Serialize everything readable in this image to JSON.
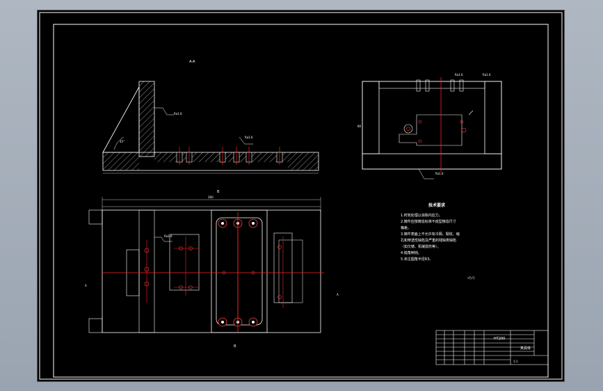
{
  "drawing": {
    "section_label": "A-A",
    "view_marker_b": "B",
    "view_marker_a_left": "A",
    "view_marker_a_right": "A",
    "overall_width_dim": "260",
    "roughness_mark": "Ra1.6",
    "angle_mark": "45°",
    "side_height_dim": "80"
  },
  "tech_requirements": {
    "title": "技术要求",
    "lines": [
      "1.时效处理以消除内应力。",
      "2.铸件应按铸造标准不成型铸造尺寸",
      "  偏差。",
      "3.铸件表面上不允许有冷隔、裂纹、缩",
      "孔和穿透性缺陷及严重的残缺类缺陷",
      "（如欠铸、机械损伤等）。",
      "4.锐角倒钝。",
      "5.未注圆角半径R3。"
    ],
    "surface_symbol": "√(√)"
  },
  "title_block": {
    "material": "HT200",
    "part_name": "夹具体",
    "scale": "1:1"
  },
  "colors": {
    "background": "#000000",
    "outline": "#ffffff",
    "centerline": "#ff2020",
    "hatch": "#ffffff"
  }
}
